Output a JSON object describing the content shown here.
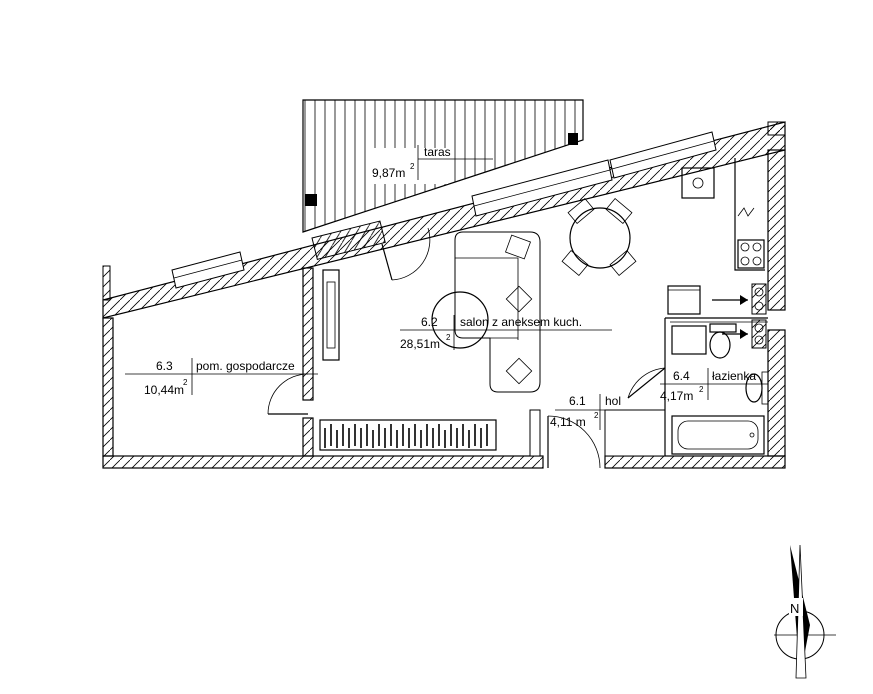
{
  "rooms": {
    "terrace": {
      "label": "taras",
      "area": "9,87m",
      "sup": "2"
    },
    "living": {
      "number": "6.2",
      "label": "salon z aneksem kuch.",
      "area": "28,51m",
      "sup": "2"
    },
    "utility": {
      "number": "6.3",
      "label": "pom. gospodarcze",
      "area": "10,44m",
      "sup": "2"
    },
    "bathroom": {
      "number": "6.4",
      "label": "łazienka",
      "area": "4,17m",
      "sup": "2"
    },
    "hall": {
      "number": "6.1",
      "label": "hol",
      "area": "4,11 m",
      "sup": "2"
    }
  },
  "compass": {
    "letter": "N"
  }
}
